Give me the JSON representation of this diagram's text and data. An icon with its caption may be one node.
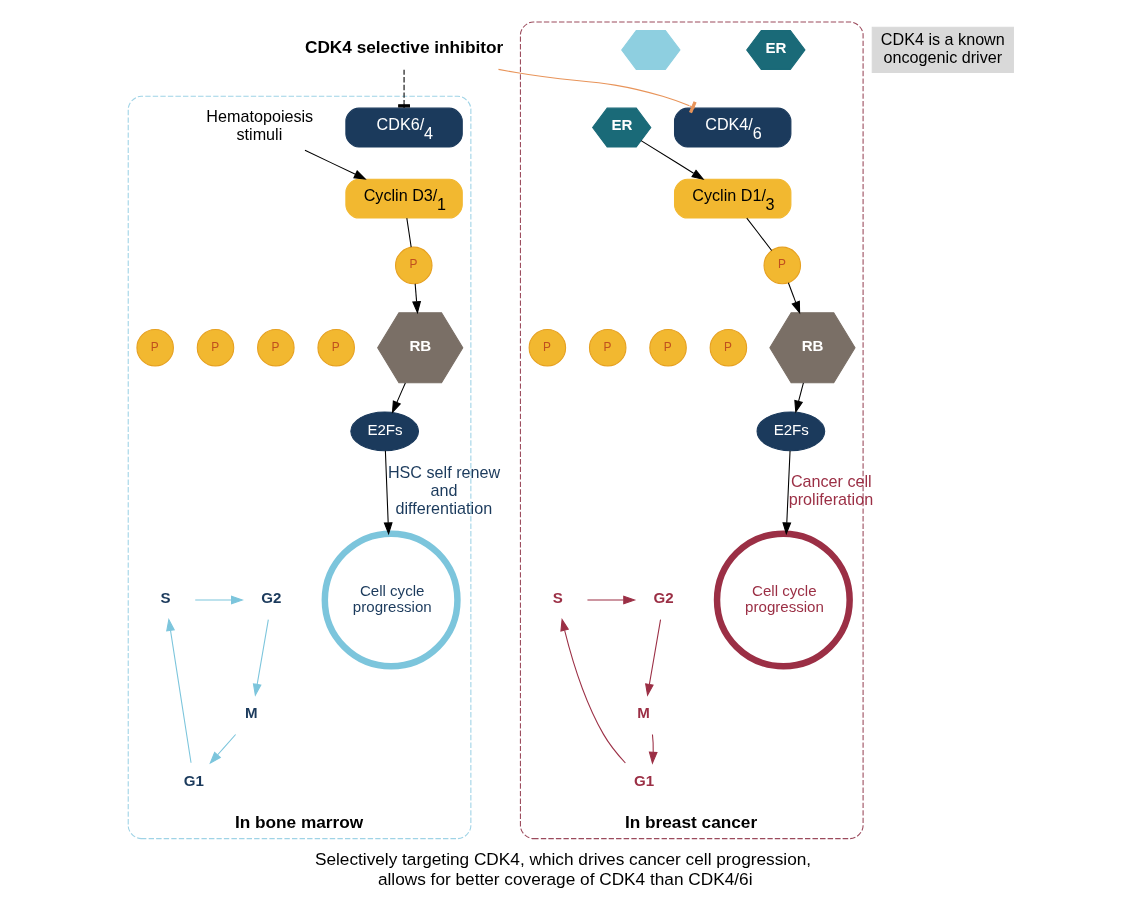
{
  "diagram": {
    "caption": "Selectively targeting CDK4, which drives cancer cell progression, allows for better coverage of CDK4 than CDK4/6i",
    "nodes": [
      {
        "text": [
          "CDK4 selective inhibitor"
        ]
      },
      {
        "text": [
          "CDK4 is a known oncogenic driver"
        ]
      },
      {
        "text": [
          "In breast cancer"
        ]
      },
      {
        "text": [
          "CDK4/$_{6}$"
        ],
        "in": 2
      },
      {
        "text": [
          "Cyclin D1/$_{3}$"
        ],
        "in": 2
      },
      {
        "text": [
          "ER"
        ],
        "in": 2
      },
      {
        "text": [],
        "shape": "hexagon",
        "in": 2
      },
      {
        "text": [
          "ER"
        ],
        "in": 2
      },
      {
        "text": [
          "P"
        ],
        "in": 2
      },
      {
        "text": [
          "P"
        ],
        "in": 2
      },
      {
        "text": [
          "P"
        ],
        "in": 2
      },
      {
        "text": [
          "P"
        ],
        "in": 2
      },
      {
        "text": [
          "RB"
        ],
        "in": 2
      },
      {
        "text": [
          "P"
        ],
        "in": 2
      },
      {
        "text": [
          "S"
        ],
        "in": 2
      },
      {
        "text": [
          "G2"
        ],
        "in": 2
      },
      {
        "text": [
          "Cell cycle progression"
        ],
        "in": 2
      },
      {
        "text": [
          "M"
        ],
        "in": 2
      },
      {
        "text": [
          "G1"
        ],
        "in": 2
      },
      {
        "text": [
          "E2Fs"
        ],
        "in": 2
      },
      {
        "text": [
          "In bone marrow"
        ]
      },
      {
        "text": [
          "CDK6/$_{4}$"
        ],
        "in": 20
      },
      {
        "text": [
          "Hematopoiesis stimuli"
        ],
        "in": 20
      },
      {
        "text": [
          "Cyclin D3/$_{1}$"
        ],
        "in": 20
      },
      {
        "text": [
          "P"
        ],
        "in": 20
      },
      {
        "text": [
          "P"
        ],
        "in": 20
      },
      {
        "text": [
          "P"
        ],
        "in": 20
      },
      {
        "text": [
          "P"
        ],
        "in": 20
      },
      {
        "text": [
          "RB"
        ],
        "in": 20
      },
      {
        "text": [
          "P"
        ],
        "in": 20
      },
      {
        "text": [
          "S"
        ],
        "in": 20
      },
      {
        "text": [
          "G2"
        ],
        "in": 20
      },
      {
        "text": [
          "Cell cycle progression"
        ],
        "in": 20
      },
      {
        "text": [
          "M"
        ],
        "in": 20
      },
      {
        "text": [
          "G1"
        ],
        "in": 20
      },
      {
        "text": [
          "E2Fs"
        ],
        "in": 20
      }
    ],
    "edges": [
      {
        "from": 0,
        "to": 3,
        "arrow": "other",
        "color": "#e8945a"
      },
      {
        "from": 0,
        "to": 21,
        "arrow": "other",
        "style": "dashed"
      },
      {
        "from": 7,
        "to": 4,
        "arrow": "to"
      },
      {
        "from": 4,
        "to": 8,
        "arrow": "none"
      },
      {
        "from": 8,
        "to": 12,
        "arrow": "to"
      },
      {
        "from": 12,
        "to": 19,
        "arrow": "to"
      },
      {
        "from": 19,
        "to": 16,
        "arrow": "to",
        "label": "Cancer cell proliferation"
      },
      {
        "from": 15,
        "to": 17,
        "arrow": "to",
        "color": "#9b2f45"
      },
      {
        "from": 17,
        "to": 18,
        "arrow": "to",
        "color": "#9b2f45"
      },
      {
        "from": 18,
        "to": 14,
        "arrow": "to",
        "color": "#9b2f45"
      },
      {
        "from": 14,
        "to": 15,
        "arrow": "to",
        "color": "#9b2f45"
      },
      {
        "from": 22,
        "to": 23,
        "arrow": "to"
      },
      {
        "from": 23,
        "to": 24,
        "arrow": "none"
      },
      {
        "from": 24,
        "to": 28,
        "arrow": "to"
      },
      {
        "from": 28,
        "to": 35,
        "arrow": "to"
      },
      {
        "from": 35,
        "to": 32,
        "arrow": "to",
        "label": "HSC self renew and differentiation"
      },
      {
        "from": 31,
        "to": 33,
        "arrow": "to",
        "color": "#7cc5dc"
      },
      {
        "from": 33,
        "to": 34,
        "arrow": "to",
        "color": "#7cc5dc"
      },
      {
        "from": 34,
        "to": 30,
        "arrow": "to",
        "color": "#7cc5dc"
      },
      {
        "from": 30,
        "to": 31,
        "arrow": "to",
        "color": "#7cc5dc"
      }
    ]
  }
}
